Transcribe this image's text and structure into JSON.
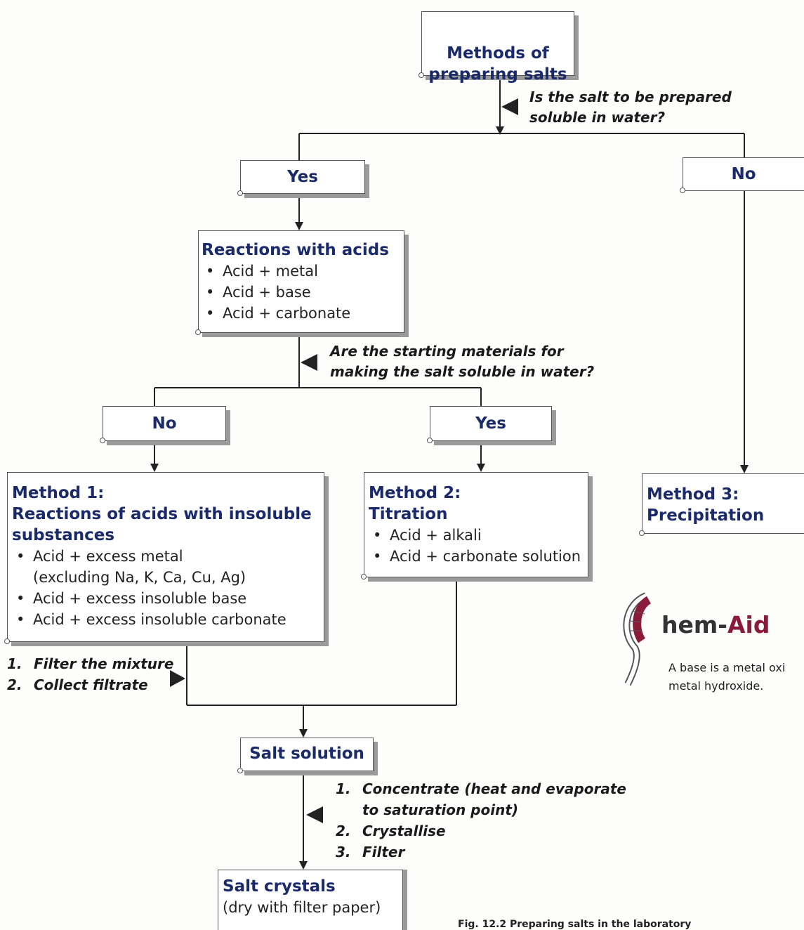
{
  "nodes": {
    "root": "Methods of\npreparing salts",
    "yes_top": "Yes",
    "no_top": "No",
    "reactions": {
      "title": "Reactions with acids",
      "items": [
        "Acid + metal",
        "Acid + base",
        "Acid + carbonate"
      ]
    },
    "no_mid": "No",
    "yes_mid": "Yes",
    "method1": {
      "title": "Method 1:\nReactions of acids with insoluble\nsubstances",
      "items": [
        "Acid + excess metal\n(excluding Na, K, Ca, Cu, Ag)",
        "Acid + excess insoluble base",
        "Acid + excess insoluble carbonate"
      ]
    },
    "method2": {
      "title": "Method 2:\nTitration",
      "items": [
        "Acid + alkali",
        "Acid + carbonate solution"
      ]
    },
    "method3": {
      "title": "Method 3:\nPrecipitation"
    },
    "salt_solution": "Salt solution",
    "salt_crystals": {
      "title": "Salt crystals",
      "sub": "(dry with filter paper)"
    }
  },
  "questions": {
    "q1": "Is the salt to be prepared\nsoluble in water?",
    "q2": "Are the starting materials for\nmaking the salt soluble in water?"
  },
  "steps_filter": [
    {
      "n": "1.",
      "text": "Filter the mixture"
    },
    {
      "n": "2.",
      "text": "Collect filtrate"
    }
  ],
  "steps_crystal": [
    {
      "n": "1.",
      "text": "Concentrate (heat and evaporate\nto saturation point)"
    },
    {
      "n": "2.",
      "text": "Crystallise"
    },
    {
      "n": "3.",
      "text": "Filter"
    }
  ],
  "chem_aid": {
    "brand_prefix": "hem-",
    "brand_suffix": "Aid",
    "note": "A base is a metal oxi\nmetal hydroxide."
  },
  "caption": "Fig. 12.2  Preparing salts in the laboratory",
  "colors": {
    "heading": "#1a2a6b",
    "brand_accent": "#8a1c3a",
    "shadow": "#9a9a9a"
  }
}
